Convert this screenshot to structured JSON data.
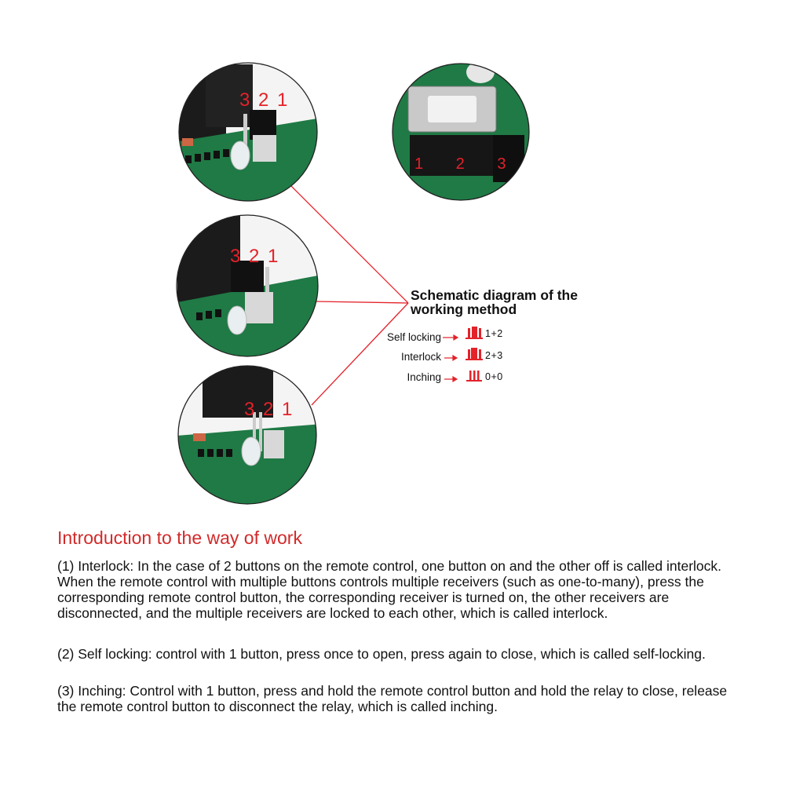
{
  "photos": [
    {
      "id": "top-left",
      "pin_labels": "3 2 1"
    },
    {
      "id": "middle-left",
      "pin_labels": "3 2 1"
    },
    {
      "id": "bottom-left",
      "pin_labels": "3 2 1"
    },
    {
      "id": "top-right",
      "pin_labels": "1 2 3"
    }
  ],
  "schematic": {
    "title_line1": "Schematic diagram of the",
    "title_line2": "working method",
    "modes": [
      {
        "label": "Self locking",
        "code": "1+2"
      },
      {
        "label": "Interlock",
        "code": "2+3"
      },
      {
        "label": "Inching",
        "code": "0+0"
      }
    ]
  },
  "intro": {
    "title": "Introduction to the way of work",
    "p1": "(1) Interlock: In the case of 2 buttons on the remote control, one button on and the other off is called interlock. When the remote control with multiple buttons controls multiple receivers (such as one-to-many), press the corresponding remote control button, the corresponding receiver is turned on, the other receivers are disconnected, and the multiple receivers are locked to each other, which is called interlock.",
    "p2": "(2) Self locking: control with 1 button, press once to open, press again to close, which is called self-locking.",
    "p3": "(3) Inching: Control with 1 button, press and hold the remote control button and hold the relay to close, release the remote control button to disconnect the relay, which is called inching."
  },
  "colors": {
    "accent_red": "#e3222a",
    "pcb_green": "#1f7a45",
    "title_red": "#d22a2a"
  }
}
